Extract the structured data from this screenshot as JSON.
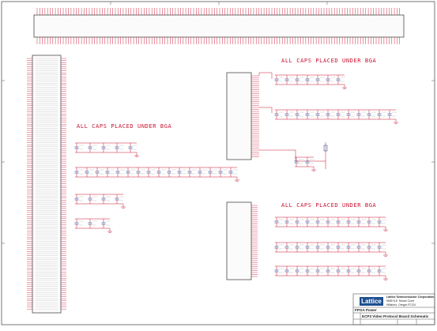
{
  "schematic": {
    "notes": {
      "right_top": "ALL CAPS PLACED UNDER BGA",
      "left_mid": "ALL CAPS PLACED UNDER BGA",
      "right_bottom": "ALL CAPS PLACED UNDER BGA"
    },
    "title_block": {
      "company": "Lattice Semiconductor Corporation",
      "address1": "5555 N.E. Moore Court",
      "address2": "Hillsboro, Oregon 97124",
      "sheet_title": "FPGA Power",
      "project": "ECP3 Video Protocol Board Schematic",
      "logo_text": "Lattice"
    },
    "colors": {
      "wire": "#c8102e",
      "outline": "#1f3a8a",
      "chip": "#333333",
      "note": "#c8102e",
      "border": "#555555"
    }
  }
}
